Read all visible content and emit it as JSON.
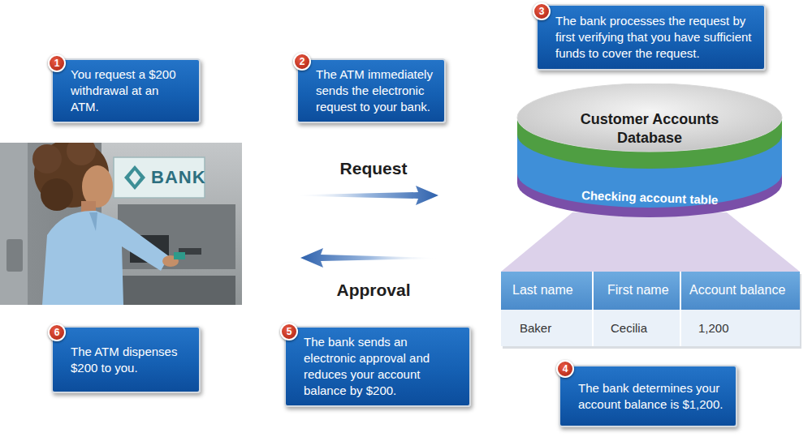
{
  "diagram": {
    "nodes": [
      {
        "text": [
          "You request a $200 withdrawal at an ATM."
        ]
      },
      {
        "text": [
          "The ATM immediately sends the electronic request to your bank."
        ]
      },
      {
        "text": [
          "The bank processes the request by first verifying that you have sufficient funds to cover the request."
        ]
      },
      {
        "text": [
          "Customer Accounts Database"
        ]
      },
      {
        "text": [
          "Checking account table"
        ],
        "in": 3
      },
      {
        "text": [
          "The bank determines your account balance is $1,200."
        ]
      },
      {
        "text": [
          "The bank sends an electronic approval and reduces your account balance by $200."
        ]
      },
      {
        "text": [
          "The ATM dispenses $200 to you."
        ]
      }
    ],
    "labels": [
      "BANK",
      "Request",
      "Approval",
      "1",
      "2",
      "3",
      "4",
      "5",
      "6",
      "Last name",
      "First name",
      "Account balance",
      "Baker",
      "Cecilia",
      "1,200"
    ]
  }
}
